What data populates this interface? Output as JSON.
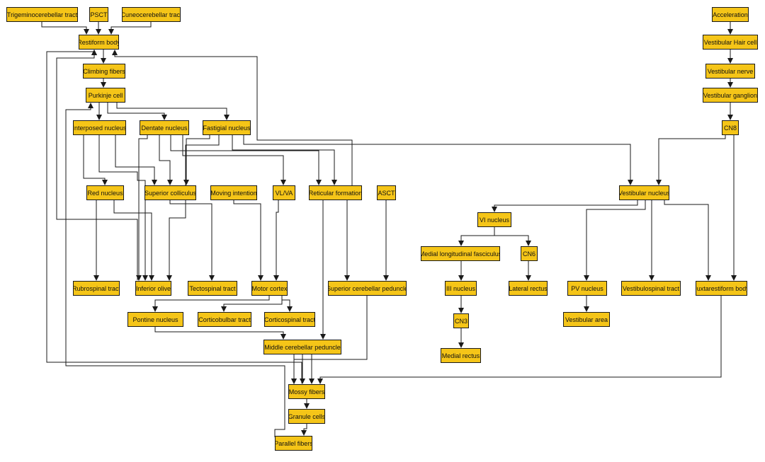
{
  "colors": {
    "node_fill": "#f5c518",
    "node_border": "#1a1a1a",
    "edge": "#1a1a1a",
    "background": "#ffffff"
  },
  "nodes": {
    "trig": "Trigeminocerebellar tract",
    "psct": "PSCT",
    "cuneo": "Cuneocerebellar tract",
    "rest": "Restiform body",
    "climb": "Climbing fibers",
    "purk": "Purkinje cell",
    "interp": "Interposed nucleus",
    "dent": "Dentate nucleus",
    "fast": "Fastigial nucleus",
    "red": "Red nucleus",
    "supcol": "Superior colliculus",
    "moving": "Moving intention",
    "vlva": "VL/VA",
    "retic": "Reticular formation",
    "asct": "ASCT",
    "rubro": "Rubrospinal tract",
    "infol": "Inferior olive",
    "tecto": "Tectospinal tract",
    "motor": "Motor cortex",
    "scp": "Superior cerebellar peduncle",
    "pontine": "Pontine nucleus",
    "cortbulb": "Corticobulbar tract",
    "cortspin": "Corticospinal tract",
    "mcp": "Middle cerebellar peduncle",
    "mossy": "Mossy fibers",
    "granule": "Granule cells",
    "parallel": "Parallel fibers",
    "accel": "Acceleration",
    "vhair": "Vestibular Hair cell",
    "vnerve": "Vestibular nerve",
    "vgang": "Vestibular ganglion",
    "cn8": "CN8",
    "vnuc": "Vestibular nucleus",
    "vi": "VI nucleus",
    "mlf": "Medial longitudinal fasciculus",
    "cn6": "CN6",
    "iii": "III nucleus",
    "latrec": "Lateral rectus",
    "cn3": "CN3",
    "medrec": "Medial rectus",
    "pv": "PV nucleus",
    "vspinal": "Vestibulospinal tract",
    "juxta": "Juxtarestiform body",
    "varea": "Vestibular area"
  }
}
